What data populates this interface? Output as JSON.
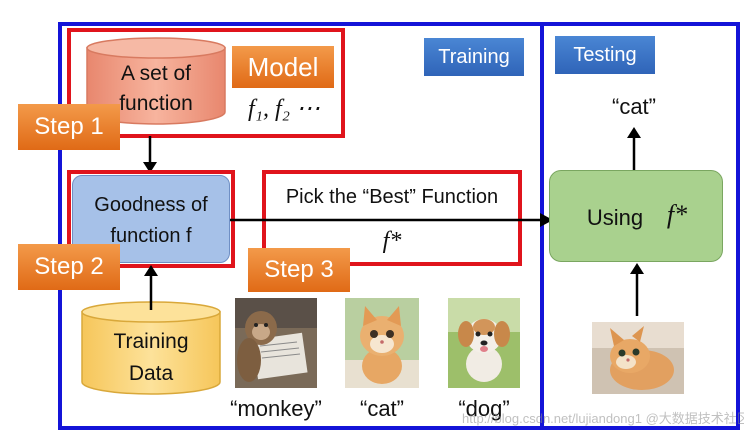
{
  "tags": {
    "training": "Training",
    "testing": "Testing",
    "model": "Model"
  },
  "steps": {
    "step1": "Step 1",
    "step2": "Step 2",
    "step3": "Step 3"
  },
  "cylinders": {
    "function_set": [
      "A set of",
      "function"
    ],
    "training_data": [
      "Training",
      "Data"
    ]
  },
  "model_funcs": "f₁, f₂ ⋯",
  "goodness": [
    "Goodness of",
    "function f"
  ],
  "pick_best": "Pick the “Best” Function",
  "f_star": "f*",
  "using": "Using",
  "output_cat": "“cat”",
  "images": {
    "monkey": "“monkey”",
    "cat": "“cat”",
    "dog": "“dog”"
  },
  "watermark": "http://blog.csdn.net/lujiandong1 @大数据技术社区",
  "colors": {
    "frame_blue": "#1414d8",
    "frame_red": "#e0141c",
    "orange": "#e8761e",
    "goodness_fill": "#a6c1e8",
    "using_fill": "#a9d18e"
  }
}
